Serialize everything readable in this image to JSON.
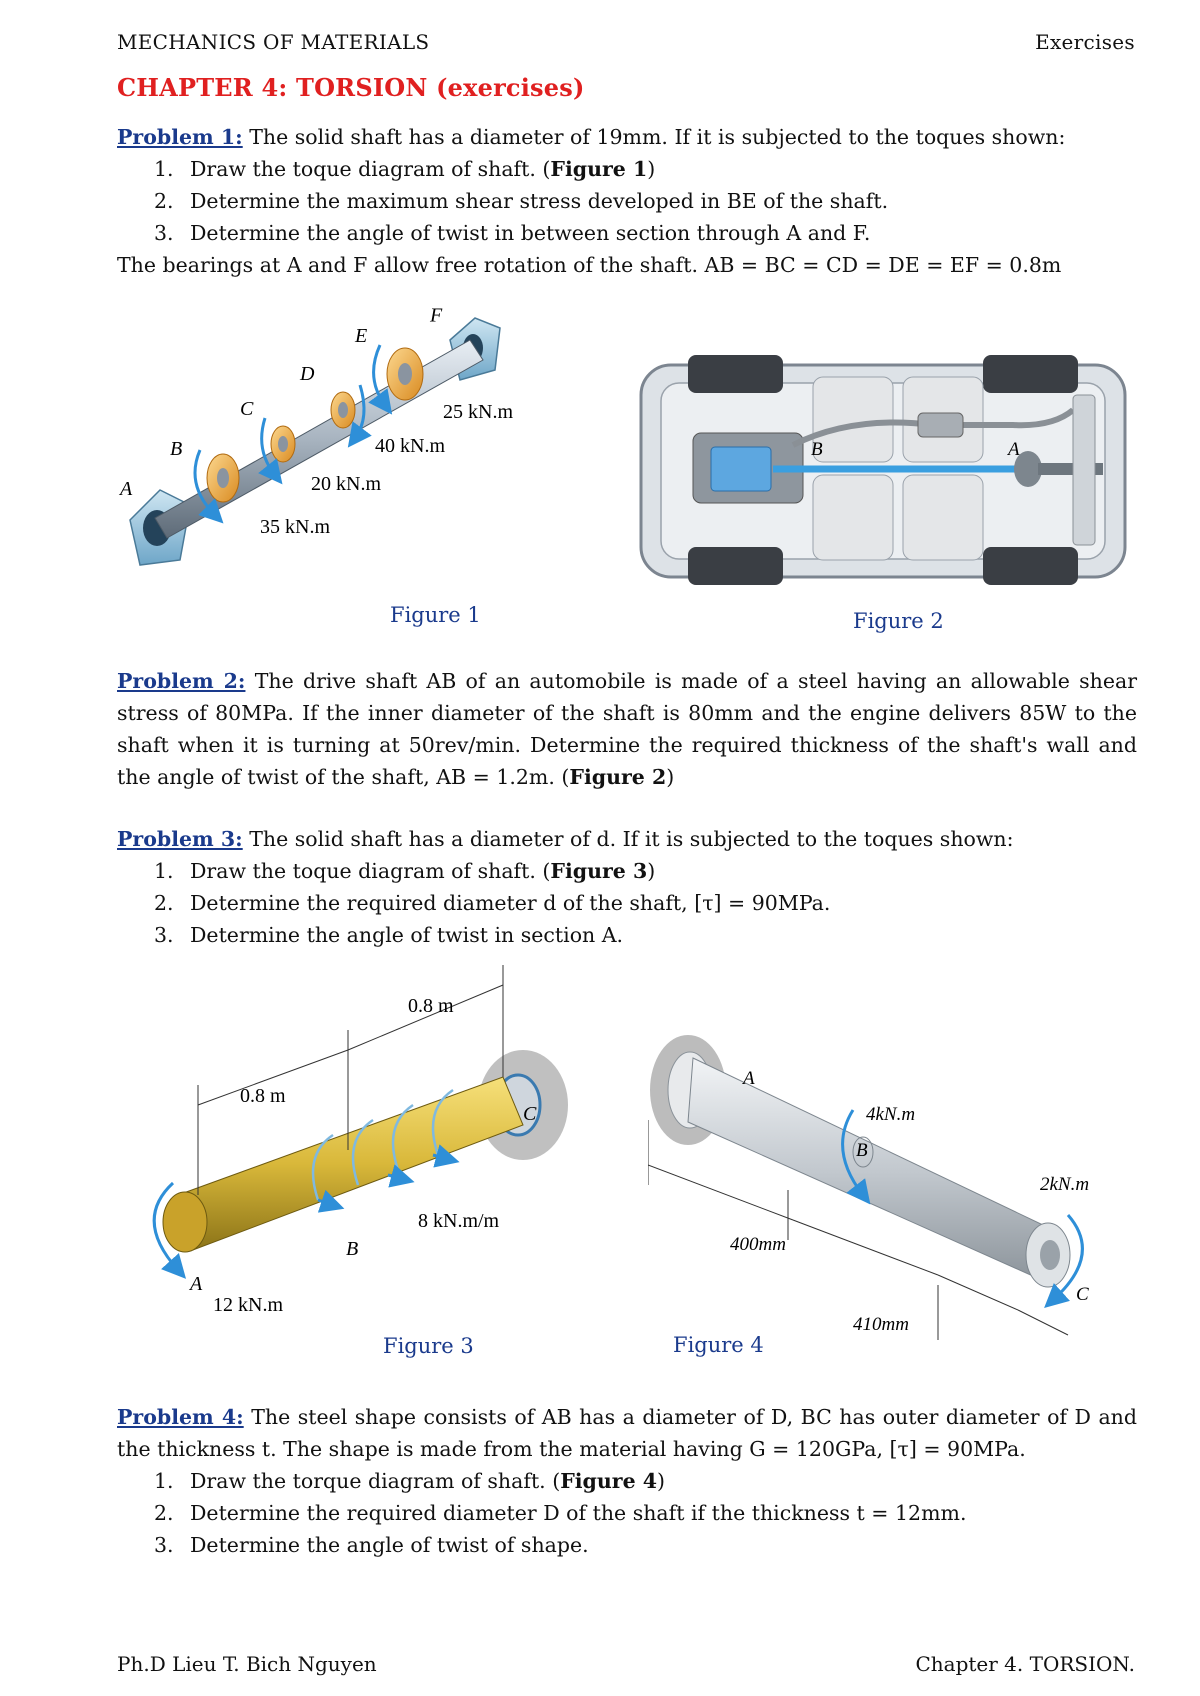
{
  "header": {
    "left": "MECHANICS OF MATERIALS",
    "right": "Exercises"
  },
  "chapter_title": "CHAPTER 4: TORSION (exercises)",
  "problem1": {
    "label": "Problem 1:",
    "intro": " The solid shaft has a diameter of 19mm. If it is subjected to the toques shown:",
    "items": [
      {
        "text": "Draw the toque diagram of shaft. (",
        "ref": "Figure 1",
        "tail": ")"
      },
      {
        "text": "Determine the maximum shear stress developed in BE of the shaft.",
        "ref": "",
        "tail": ""
      },
      {
        "text": "Determine the angle of twist in between section through A and F.",
        "ref": "",
        "tail": ""
      }
    ],
    "note": "The bearings at A and F allow free rotation of the shaft. AB = BC = CD = DE = EF = 0.8m"
  },
  "figure1": {
    "caption": "Figure 1",
    "labels": {
      "A": "A",
      "B": "B",
      "C": "C",
      "D": "D",
      "E": "E",
      "F": "F"
    },
    "torques": {
      "t1": "25 kN.m",
      "t2": "40 kN.m",
      "t3": "20 kN.m",
      "t4": "35 kN.m"
    }
  },
  "figure2": {
    "caption": "Figure 2",
    "labels": {
      "A": "A",
      "B": "B"
    }
  },
  "problem2": {
    "label": "Problem 2:",
    "text": " The drive shaft AB of an automobile is made of a steel having an allowable shear stress of 80MPa. If the inner diameter of the shaft is 80mm and the engine delivers 85W to the shaft when it is turning at 50rev/min. Determine the required thickness of the shaft's wall and the angle of twist of the shaft, AB = 1.2m. (",
    "ref": "Figure 2",
    "tail": ")"
  },
  "problem3": {
    "label": "Problem 3:",
    "intro": " The solid shaft has a diameter of d. If it is subjected to the toques shown:",
    "items": [
      {
        "text": "Draw the toque diagram of shaft. (",
        "ref": "Figure 3",
        "tail": ")"
      },
      {
        "text": "Determine the required diameter d of the shaft, [τ] = 90MPa.",
        "ref": "",
        "tail": ""
      },
      {
        "text": "Determine the angle of twist in section A.",
        "ref": "",
        "tail": ""
      }
    ]
  },
  "figure3": {
    "caption": "Figure 3",
    "labels": {
      "A": "A",
      "B": "B",
      "C": "C"
    },
    "dims": {
      "d1": "0.8 m",
      "d2": "0.8 m"
    },
    "loads": {
      "dist": "8 kN.m/m",
      "end": "12 kN.m"
    }
  },
  "figure4": {
    "caption": "Figure 4",
    "labels": {
      "A": "A",
      "B": "B",
      "C": "C"
    },
    "dims": {
      "d1": "400mm",
      "d2": "410mm"
    },
    "loads": {
      "t1": "4kN.m",
      "t2": "2kN.m"
    }
  },
  "problem4": {
    "label": "Problem 4:",
    "intro": " The steel shape consists of AB has a diameter of D, BC has outer diameter of D and the thickness t. The shape is made from the material having G = 120GPa, [τ] = 90MPa.",
    "items": [
      {
        "text": "Draw the torque diagram of shaft. (",
        "ref": "Figure 4",
        "tail": ")"
      },
      {
        "text": "Determine the required diameter D of the shaft if the thickness t = 12mm.",
        "ref": "",
        "tail": ""
      },
      {
        "text": "Determine the angle of twist of shape.",
        "ref": "",
        "tail": ""
      }
    ]
  },
  "footer": {
    "left": "Ph.D Lieu T. Bich Nguyen",
    "right": "Chapter 4. TORSION."
  },
  "colors": {
    "title_red": "#e02020",
    "label_blue": "#1a3a8c",
    "arrow_blue": "#2e8fd8",
    "collar_orange": "#f0b040",
    "shaft_gold": "#d9b83a"
  }
}
